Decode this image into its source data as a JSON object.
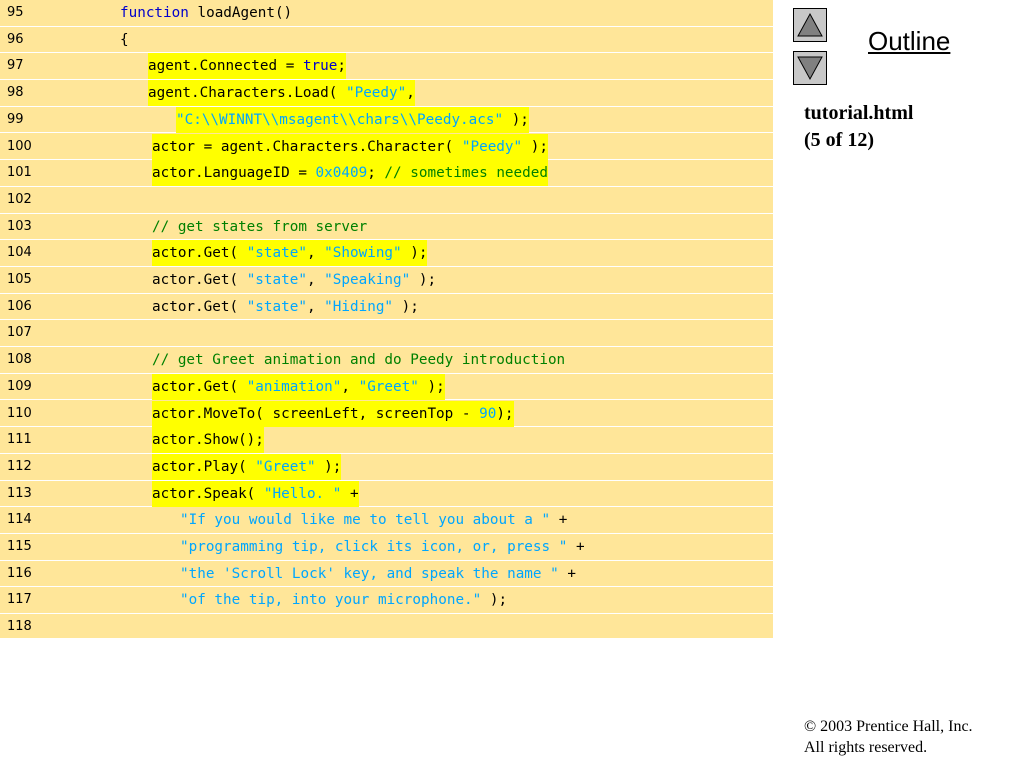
{
  "lines": [
    {
      "n": "95",
      "indent": 120,
      "hl": false,
      "parts": [
        {
          "t": "function",
          "c": "kw"
        },
        {
          "t": " loadAgent()",
          "c": ""
        }
      ]
    },
    {
      "n": "96",
      "indent": 120,
      "hl": false,
      "parts": [
        {
          "t": "{",
          "c": ""
        }
      ]
    },
    {
      "n": "97",
      "indent": 148,
      "hl": true,
      "parts": [
        {
          "t": "agent.Connected = ",
          "c": ""
        },
        {
          "t": "true",
          "c": "kw"
        },
        {
          "t": ";",
          "c": ""
        }
      ]
    },
    {
      "n": "98",
      "indent": 148,
      "hl": true,
      "parts": [
        {
          "t": "agent.Characters.Load( ",
          "c": ""
        },
        {
          "t": "\"Peedy\"",
          "c": "str"
        },
        {
          "t": ",",
          "c": ""
        }
      ]
    },
    {
      "n": "99",
      "indent": 176,
      "hl": true,
      "parts": [
        {
          "t": "\"C:\\\\WINNT\\\\msagent\\\\chars\\\\Peedy.acs\"",
          "c": "str"
        },
        {
          "t": " );",
          "c": ""
        }
      ]
    },
    {
      "n": "100",
      "indent": 152,
      "hl": true,
      "parts": [
        {
          "t": "actor = agent.Characters.Character( ",
          "c": ""
        },
        {
          "t": "\"Peedy\"",
          "c": "str"
        },
        {
          "t": " );",
          "c": ""
        }
      ]
    },
    {
      "n": "101",
      "indent": 152,
      "hl": true,
      "parts": [
        {
          "t": "actor.LanguageID = ",
          "c": ""
        },
        {
          "t": "0x0409",
          "c": "num"
        },
        {
          "t": "; ",
          "c": ""
        },
        {
          "t": "// sometimes needed",
          "c": "cmt"
        }
      ]
    },
    {
      "n": "102",
      "indent": 152,
      "hl": false,
      "parts": []
    },
    {
      "n": "103",
      "indent": 152,
      "hl": false,
      "parts": [
        {
          "t": "// get states from server",
          "c": "cmt"
        }
      ]
    },
    {
      "n": "104",
      "indent": 152,
      "hl": true,
      "parts": [
        {
          "t": "actor.Get( ",
          "c": ""
        },
        {
          "t": "\"state\"",
          "c": "str"
        },
        {
          "t": ", ",
          "c": ""
        },
        {
          "t": "\"Showing\"",
          "c": "str"
        },
        {
          "t": " );",
          "c": ""
        }
      ]
    },
    {
      "n": "105",
      "indent": 152,
      "hl": false,
      "parts": [
        {
          "t": "actor.Get( ",
          "c": ""
        },
        {
          "t": "\"state\"",
          "c": "str"
        },
        {
          "t": ", ",
          "c": ""
        },
        {
          "t": "\"Speaking\"",
          "c": "str"
        },
        {
          "t": " );",
          "c": ""
        }
      ]
    },
    {
      "n": "106",
      "indent": 152,
      "hl": false,
      "parts": [
        {
          "t": "actor.Get( ",
          "c": ""
        },
        {
          "t": "\"state\"",
          "c": "str"
        },
        {
          "t": ", ",
          "c": ""
        },
        {
          "t": "\"Hiding\"",
          "c": "str"
        },
        {
          "t": " );",
          "c": ""
        }
      ]
    },
    {
      "n": "107",
      "indent": 152,
      "hl": false,
      "parts": []
    },
    {
      "n": "108",
      "indent": 152,
      "hl": false,
      "parts": [
        {
          "t": "// get Greet animation and do Peedy introduction",
          "c": "cmt"
        }
      ]
    },
    {
      "n": "109",
      "indent": 152,
      "hl": true,
      "parts": [
        {
          "t": "actor.Get( ",
          "c": ""
        },
        {
          "t": "\"animation\"",
          "c": "str"
        },
        {
          "t": ", ",
          "c": ""
        },
        {
          "t": "\"Greet\"",
          "c": "str"
        },
        {
          "t": " );",
          "c": ""
        }
      ]
    },
    {
      "n": "110",
      "indent": 152,
      "hl": true,
      "parts": [
        {
          "t": "actor.MoveTo( screenLeft, screenTop - ",
          "c": ""
        },
        {
          "t": "90",
          "c": "num"
        },
        {
          "t": ");",
          "c": ""
        }
      ]
    },
    {
      "n": "111",
      "indent": 152,
      "hl": true,
      "parts": [
        {
          "t": "actor.Show();",
          "c": ""
        }
      ]
    },
    {
      "n": "112",
      "indent": 152,
      "hl": true,
      "parts": [
        {
          "t": "actor.Play( ",
          "c": ""
        },
        {
          "t": "\"Greet\"",
          "c": "str"
        },
        {
          "t": " );",
          "c": ""
        }
      ]
    },
    {
      "n": "113",
      "indent": 152,
      "hl": true,
      "parts": [
        {
          "t": "actor.Speak( ",
          "c": ""
        },
        {
          "t": "\"Hello. \"",
          "c": "str"
        },
        {
          "t": " +",
          "c": ""
        }
      ]
    },
    {
      "n": "114",
      "indent": 180,
      "hl": false,
      "parts": [
        {
          "t": "\"If you would like me to tell you about a \"",
          "c": "str"
        },
        {
          "t": " +",
          "c": ""
        }
      ]
    },
    {
      "n": "115",
      "indent": 180,
      "hl": false,
      "parts": [
        {
          "t": "\"programming tip, click its icon, or, press \"",
          "c": "str"
        },
        {
          "t": " +",
          "c": ""
        }
      ]
    },
    {
      "n": "116",
      "indent": 180,
      "hl": false,
      "parts": [
        {
          "t": "\"the 'Scroll Lock' key, and speak the name \"",
          "c": "str"
        },
        {
          "t": " +",
          "c": ""
        }
      ]
    },
    {
      "n": "117",
      "indent": 180,
      "hl": false,
      "parts": [
        {
          "t": "\"of the tip, into your microphone.\"",
          "c": "str"
        },
        {
          "t": " );",
          "c": ""
        }
      ]
    },
    {
      "n": "118",
      "indent": 152,
      "hl": false,
      "parts": []
    }
  ],
  "sidebar": {
    "outline_title": "Outline",
    "file_name": "tutorial.html",
    "page_info": "(5 of 12)"
  },
  "footer": {
    "copyright": "© 2003 Prentice Hall, Inc.",
    "rights": "All rights reserved."
  },
  "icons": {
    "up": "triangle-up-icon",
    "down": "triangle-down-icon"
  },
  "colors": {
    "code_background": "#ffe699",
    "highlight": "#ffff00",
    "keyword": "#0000cc",
    "string": "#00a6ff",
    "comment": "#008000"
  }
}
